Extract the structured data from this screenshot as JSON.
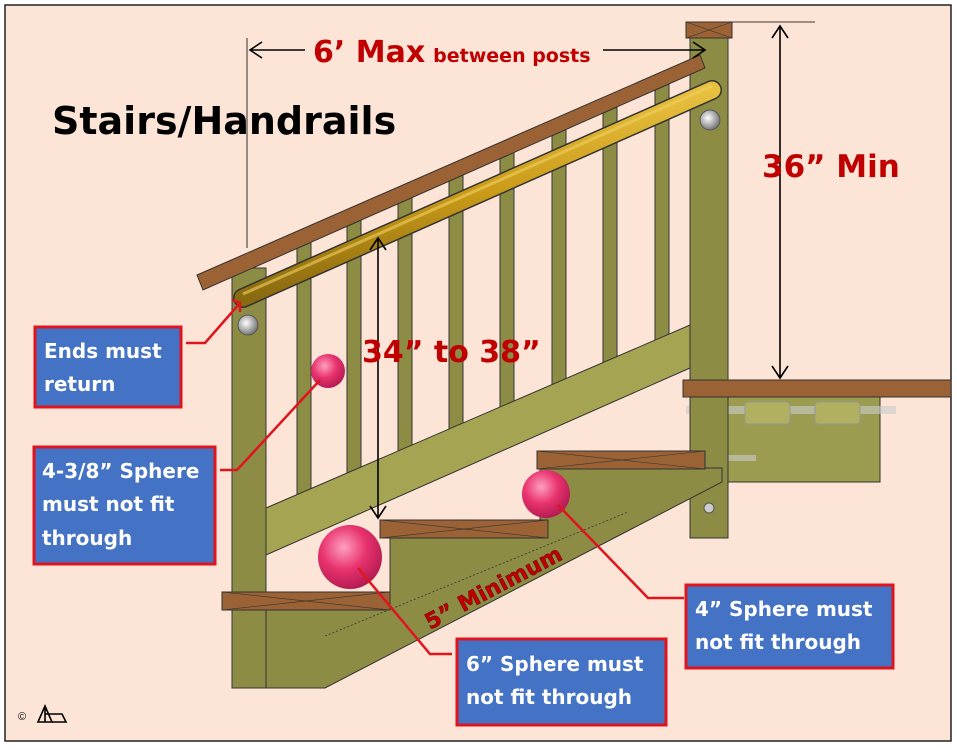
{
  "title": "Stairs/Handrails",
  "dimensions": {
    "post_spacing_main": "6’ Max",
    "post_spacing_sub": "between posts",
    "guard_height": "36” Min",
    "handrail_height": "34” to 38”",
    "stringer_min": "5” Minimum"
  },
  "callouts": {
    "ends_return": [
      "Ends must",
      "return"
    ],
    "sphere_4_3_8": [
      "4-3/8” Sphere",
      "must not fit",
      "through"
    ],
    "sphere_6": [
      "6” Sphere must",
      "not fit through"
    ],
    "sphere_4": [
      "4” Sphere must",
      "not fit through"
    ]
  },
  "copyright": "©",
  "colors": {
    "background": "#fce4d6",
    "callout_fill": "#4472c4",
    "callout_border": "#e0141e",
    "dimension_text": "#c00000",
    "wood_green": "#8c8c45",
    "wood_brown": "#9a6235",
    "handrail": "#c9a020",
    "sphere": "#e8336e"
  }
}
